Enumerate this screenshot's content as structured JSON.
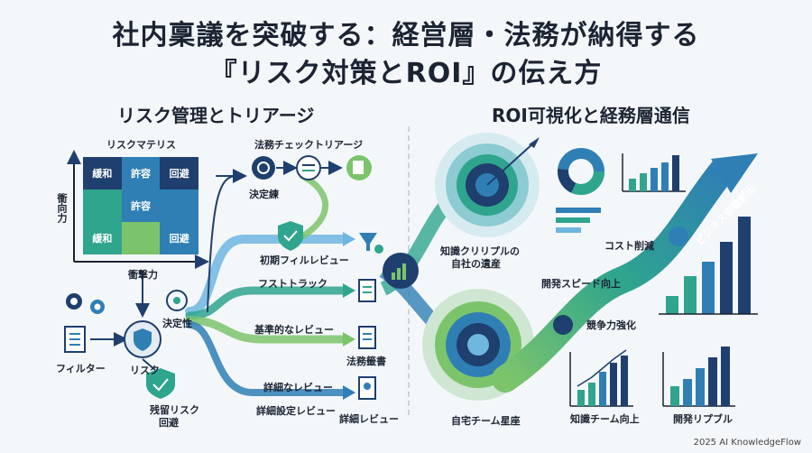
{
  "title": {
    "line1": "社内稟議を突破する：経営層・法務が納得する",
    "line2": "『リスク対策とROI』の伝え方"
  },
  "left": {
    "heading": "リスク管理とトリアージ",
    "matrix": {
      "label": "リスクマテリス",
      "cells": [
        "緩和",
        "許容",
        "回避",
        "",
        "許容",
        "",
        "緩和",
        "",
        "回避"
      ],
      "y_axis": "衝向力",
      "x_axis": "衝撃力"
    },
    "legal_check": "法務チェックトリアージ",
    "decision_machine": "決定練",
    "initial_filter": "初期フィルレビュー",
    "fast_track": "フストトラック",
    "basic_review": "基準的なレビュー",
    "detailed_review": "詳細なレビュー",
    "detailed_setting_review": "詳細設定レビュー",
    "filter": "フィルター",
    "risk": "リスク",
    "decidability": "決定性",
    "residual_risk": "残留リスク",
    "avoid": "回避",
    "legal_doc": "法務籤書",
    "detail_review_out": "詳細レビュー"
  },
  "right": {
    "heading": "ROI可視化と経務層通信",
    "ripple": "知識クリリプルの",
    "ripple2": "自社の遺産",
    "home_team": "自宅チーム星座",
    "dev_speed": "開発スピード向上",
    "cost_cut": "コスト削減",
    "competitive": "競争力強化",
    "biz_value": "ビジネス価値創出",
    "knowledge_team_up": "知識チーム向上",
    "dev_ripple": "開発リプブル"
  },
  "colors": {
    "navy": "#1f3f6e",
    "blue": "#2f7fb5",
    "teal": "#2fa58e",
    "green": "#7cc46b",
    "light_blue": "#6fb6e0"
  },
  "footer": "2025 AI KnowledgeFlow"
}
